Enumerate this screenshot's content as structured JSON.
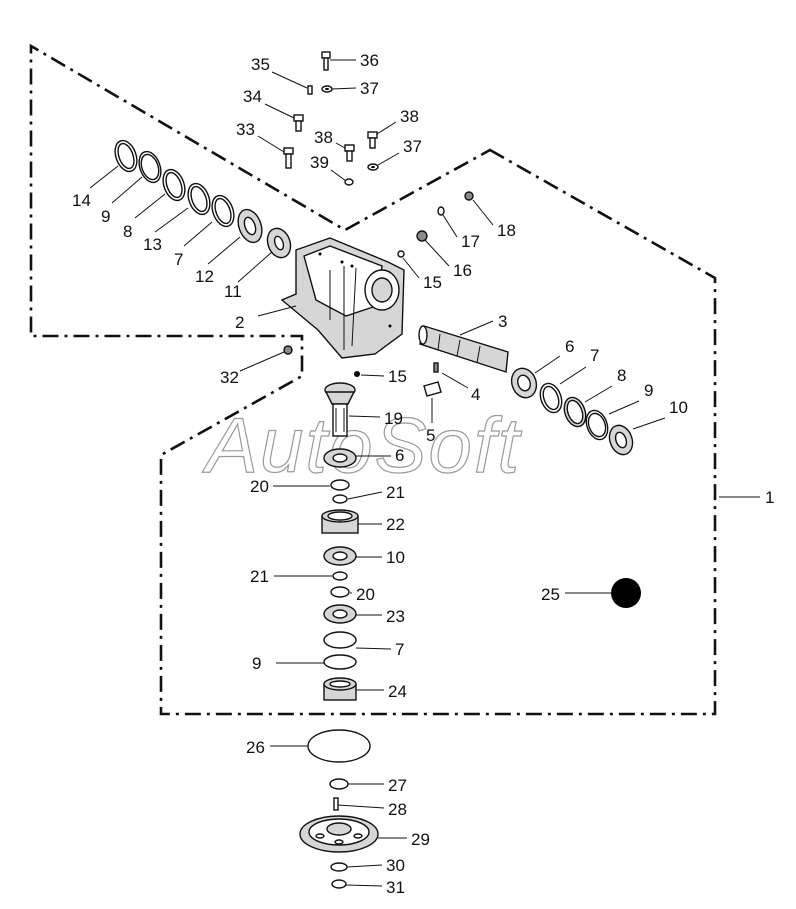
{
  "watermark": "AutoSoft",
  "callouts": [
    {
      "id": "c1",
      "text": "1"
    },
    {
      "id": "c2",
      "text": "2"
    },
    {
      "id": "c3",
      "text": "3"
    },
    {
      "id": "c4",
      "text": "4"
    },
    {
      "id": "c5",
      "text": "5"
    },
    {
      "id": "c6a",
      "text": "6"
    },
    {
      "id": "c6b",
      "text": "6"
    },
    {
      "id": "c7a",
      "text": "7"
    },
    {
      "id": "c7b",
      "text": "7"
    },
    {
      "id": "c7c",
      "text": "7"
    },
    {
      "id": "c8a",
      "text": "8"
    },
    {
      "id": "c8b",
      "text": "8"
    },
    {
      "id": "c9a",
      "text": "9"
    },
    {
      "id": "c9b",
      "text": "9"
    },
    {
      "id": "c9c",
      "text": "9"
    },
    {
      "id": "c10a",
      "text": "10"
    },
    {
      "id": "c10b",
      "text": "10"
    },
    {
      "id": "c11",
      "text": "11"
    },
    {
      "id": "c12",
      "text": "12"
    },
    {
      "id": "c13",
      "text": "13"
    },
    {
      "id": "c14",
      "text": "14"
    },
    {
      "id": "c15a",
      "text": "15"
    },
    {
      "id": "c15b",
      "text": "15"
    },
    {
      "id": "c16",
      "text": "16"
    },
    {
      "id": "c17",
      "text": "17"
    },
    {
      "id": "c18",
      "text": "18"
    },
    {
      "id": "c19",
      "text": "19"
    },
    {
      "id": "c20a",
      "text": "20"
    },
    {
      "id": "c20b",
      "text": "20"
    },
    {
      "id": "c21a",
      "text": "21"
    },
    {
      "id": "c21b",
      "text": "21"
    },
    {
      "id": "c22",
      "text": "22"
    },
    {
      "id": "c23",
      "text": "23"
    },
    {
      "id": "c24",
      "text": "24"
    },
    {
      "id": "c25",
      "text": "25"
    },
    {
      "id": "c26",
      "text": "26"
    },
    {
      "id": "c27",
      "text": "27"
    },
    {
      "id": "c28",
      "text": "28"
    },
    {
      "id": "c29",
      "text": "29"
    },
    {
      "id": "c30",
      "text": "30"
    },
    {
      "id": "c31",
      "text": "31"
    },
    {
      "id": "c32",
      "text": "32"
    },
    {
      "id": "c33",
      "text": "33"
    },
    {
      "id": "c34",
      "text": "34"
    },
    {
      "id": "c35",
      "text": "35"
    },
    {
      "id": "c36",
      "text": "36"
    },
    {
      "id": "c37a",
      "text": "37"
    },
    {
      "id": "c37b",
      "text": "37"
    },
    {
      "id": "c38a",
      "text": "38"
    },
    {
      "id": "c38b",
      "text": "38"
    },
    {
      "id": "c39",
      "text": "39"
    }
  ]
}
